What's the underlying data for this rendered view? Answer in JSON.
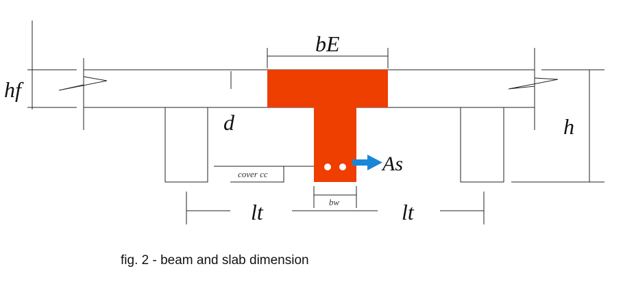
{
  "labels": {
    "bE": "bE",
    "hf": "hf",
    "d": "d",
    "h": "h",
    "As": "As",
    "cover": "cover cc",
    "bw": "bw",
    "lt_left": "lt",
    "lt_right": "lt"
  },
  "caption": "fig. 2 - beam and slab dimension",
  "colors": {
    "beam": "#ee3e00",
    "arrow": "#1a86d8",
    "line": "#222222",
    "rebar": "#ffffff"
  }
}
